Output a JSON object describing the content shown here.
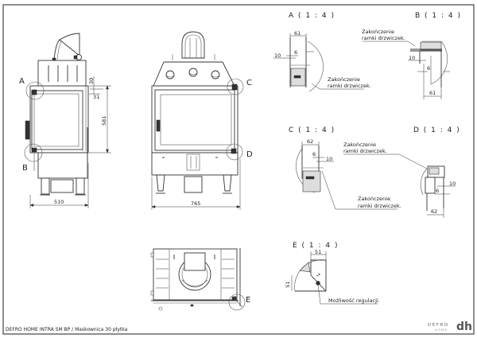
{
  "title_block": {
    "caption": "DEFRO HOME INTRA SM BP / Maskownica 30 płytka",
    "logo_text": "DEFRO",
    "logo_sub": "HOME",
    "logo_mark": "dh"
  },
  "side_view": {
    "callouts": [
      "A",
      "B"
    ],
    "dimensions": {
      "top_offset": "30",
      "frame_offset": "31",
      "height": "581",
      "width": "510"
    }
  },
  "front_view": {
    "callouts": [
      "C",
      "D"
    ],
    "dimensions": {
      "width": "765"
    }
  },
  "top_view": {
    "callouts": [
      "E"
    ]
  },
  "details": {
    "A": {
      "title": "A ( 1 : 4 )",
      "dims": [
        "61",
        "10",
        "6"
      ],
      "note_line1": "Zakończenie",
      "note_line2": "ramki drzwiczek."
    },
    "B": {
      "title": "B ( 1 : 4 )",
      "dims": [
        "10",
        "6",
        "61"
      ],
      "note_line1": "Zakończenie",
      "note_line2": "ramki drzwiczek."
    },
    "C": {
      "title": "C ( 1 : 4 )",
      "dims": [
        "62",
        "6",
        "10"
      ],
      "note_line1": "Zakończenie",
      "note_line2": "ramki drzwiczek."
    },
    "D": {
      "title": "D ( 1 : 4 )",
      "dims": [
        "10",
        "6",
        "62"
      ],
      "note_line1": "Zakończenie",
      "note_line2": "ramki drzwiczek."
    },
    "E": {
      "title": "E ( 1 : 4 )",
      "dims": [
        "51",
        "51",
        "7"
      ],
      "note": "Możliwość regulacji."
    }
  }
}
